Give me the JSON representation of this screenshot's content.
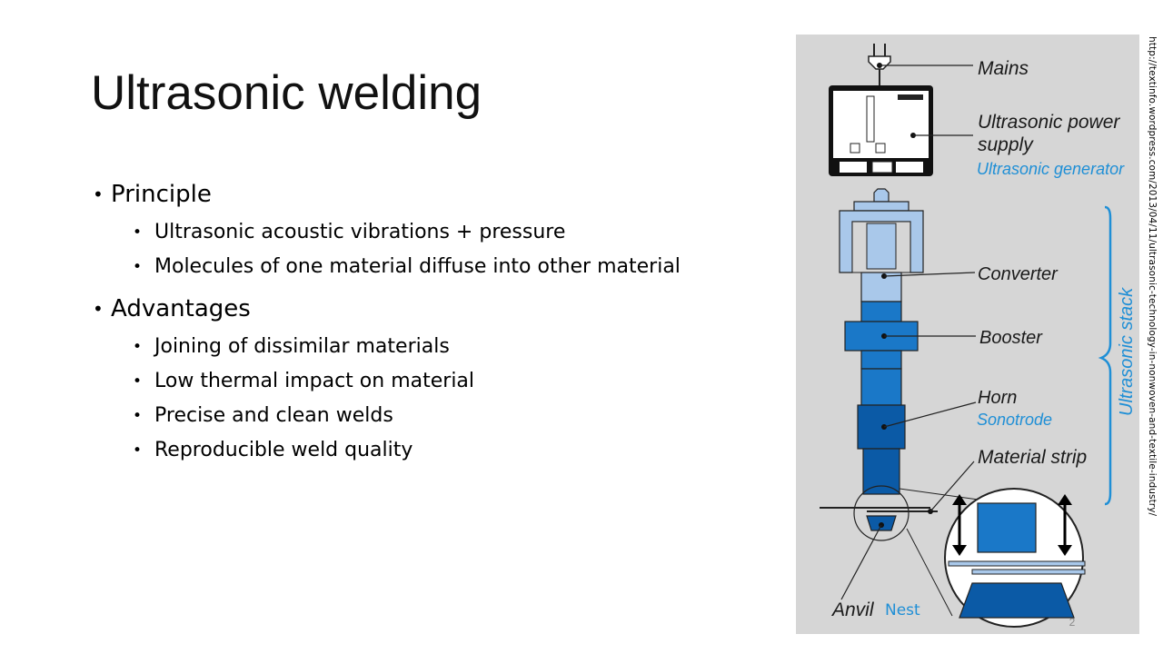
{
  "slide": {
    "title": "Ultrasonic welding",
    "page_number": "2",
    "source_url": "http://textinfo.wordpress.com/2013/04/11/ultrasonic-technology-in-nonwoven-and-textile-industry/"
  },
  "bullets": [
    {
      "text": "Principle",
      "children": [
        "Ultrasonic acoustic vibrations + pressure",
        "Molecules of one material diffuse into other material"
      ]
    },
    {
      "text": "Advantages",
      "children": [
        "Joining of dissimilar materials",
        "Low thermal impact on material",
        "Precise and clean welds",
        "Reproducible weld quality"
      ]
    }
  ],
  "diagram": {
    "labels": {
      "mains": "Mains",
      "power_supply_1": "Ultrasonic power",
      "power_supply_2": "supply",
      "generator": "Ultrasonic generator",
      "converter": "Converter",
      "booster": "Booster",
      "horn": "Horn",
      "sonotrode": "Sonotrode",
      "material_strip": "Material strip",
      "anvil": "Anvil",
      "nest": "Nest",
      "ultrasonic_stack": "Ultrasonic stack"
    },
    "colors": {
      "background": "#d6d6d6",
      "light_blue": "#a9c8ea",
      "mid_blue": "#1a78c8",
      "dark_blue": "#0b5aa6",
      "label_blue": "#1f8fd6"
    }
  }
}
